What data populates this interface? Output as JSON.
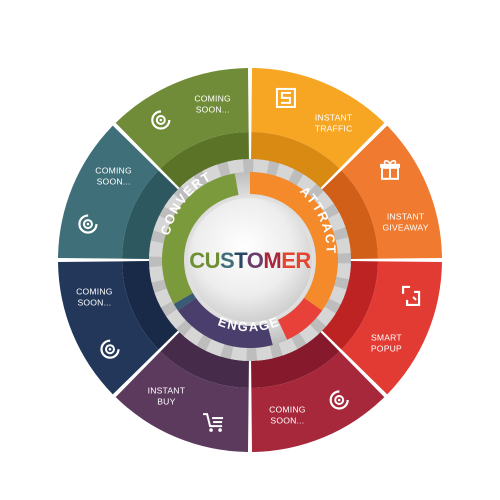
{
  "center": {
    "word": "CUSTOMER",
    "letters": [
      {
        "ch": "C",
        "color": "#6e8f33"
      },
      {
        "ch": "U",
        "color": "#6e8f33"
      },
      {
        "ch": "S",
        "color": "#3f6f78"
      },
      {
        "ch": "T",
        "color": "#2a4766"
      },
      {
        "ch": "O",
        "color": "#6b3d6b"
      },
      {
        "ch": "M",
        "color": "#a8283b"
      },
      {
        "ch": "E",
        "color": "#e3452f"
      },
      {
        "ch": "R",
        "color": "#e3452f"
      }
    ]
  },
  "ring": {
    "convert": "CONVERT",
    "attract": "ATTRACT",
    "engage": "ENGAGE"
  },
  "segments": [
    {
      "line1": "INSTANT",
      "line2": "TRAFFIC",
      "icon": "s-logo-icon",
      "color": "#f6a623",
      "shadow": "#d98a12"
    },
    {
      "line1": "INSTANT",
      "line2": "GIVEAWAY",
      "icon": "gift-icon",
      "color": "#f07a2f",
      "shadow": "#d25f18"
    },
    {
      "line1": "SMART",
      "line2": "POPUP",
      "icon": "popup-icon",
      "color": "#e23b33",
      "shadow": "#bd2323"
    },
    {
      "line1": "COMING",
      "line2": "SOON...",
      "icon": "coming-soon-icon",
      "color": "#a8283b",
      "shadow": "#861a2c"
    },
    {
      "line1": "INSTANT",
      "line2": "BUY",
      "icon": "shopping-cart-icon",
      "color": "#5c3a5e",
      "shadow": "#462b4a"
    },
    {
      "line1": "COMING",
      "line2": "SOON...",
      "icon": "coming-soon-icon",
      "color": "#22375a",
      "shadow": "#182a47"
    },
    {
      "line1": "COMING",
      "line2": "SOON...",
      "icon": "coming-soon-icon",
      "color": "#3f6f78",
      "shadow": "#2e5860"
    },
    {
      "line1": "COMING",
      "line2": "SOON...",
      "icon": "coming-soon-icon",
      "color": "#718c38",
      "shadow": "#5a7327"
    }
  ]
}
